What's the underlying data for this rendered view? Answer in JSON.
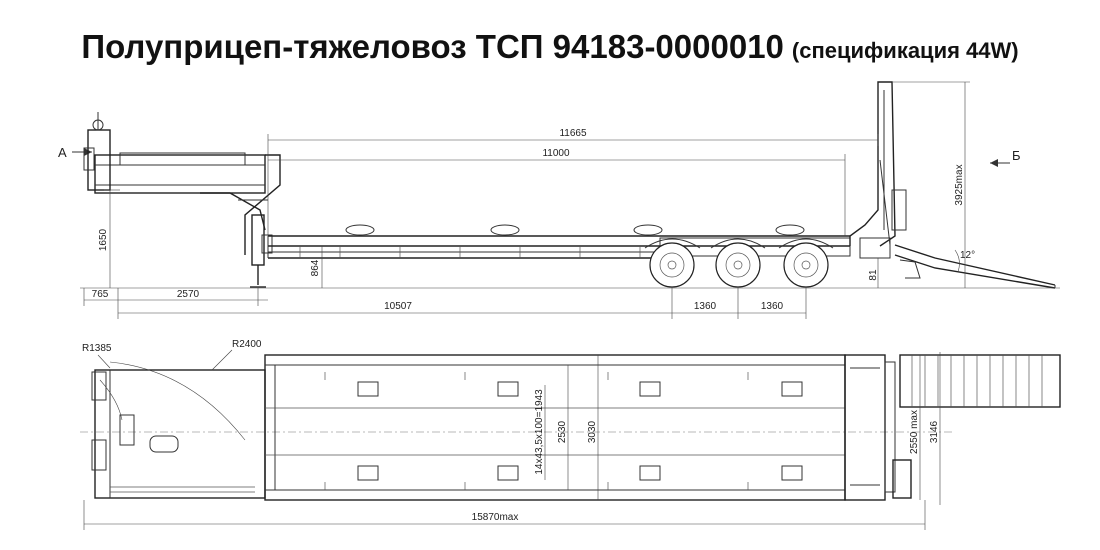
{
  "title": {
    "main": "Полуприцеп-тяжеловоз ТСП 94183-0000010",
    "spec": "(спецификация 44W)"
  },
  "side_view": {
    "view_labels": {
      "left": "А",
      "right": "Б"
    },
    "dims": {
      "platform_outer": "11665",
      "platform_inner": "11000",
      "height_max": "3925max",
      "coupling_height": "1650",
      "deck_height": "864",
      "front_overhang": "765",
      "kingpin_to_support": "2570",
      "deck_to_axle": "10507",
      "axle_spacing_1": "1360",
      "axle_spacing_2": "1360",
      "ramp_angle": "12°",
      "rear_clearance": "81"
    }
  },
  "top_view": {
    "dims": {
      "front_radius": "R1385",
      "swing_radius": "R2400",
      "hole_pattern": "14x43,5x100=1943",
      "deck_width": "2530",
      "inner_width": "3030",
      "overall_width": "2550 max",
      "ramp_width": "3146",
      "overall_length": "15870max"
    }
  }
}
